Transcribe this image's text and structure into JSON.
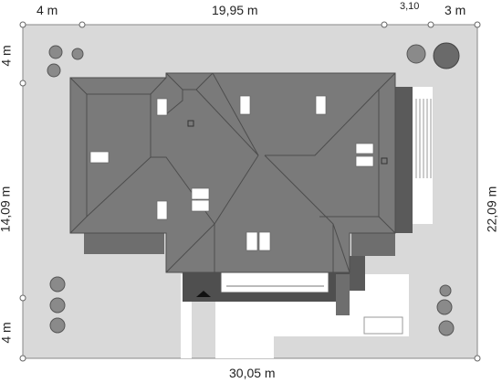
{
  "dimensions": {
    "top_left": "4 m",
    "top_middle": "19,95 m",
    "top_small": "3,10",
    "top_right": "3 m",
    "left_top": "4 m",
    "left_middle": "14,09 m",
    "left_bottom": "4 m",
    "right": "22,09 m",
    "bottom": "30,05 m"
  },
  "colors": {
    "plot": "#d9d9d9",
    "roof": "#7a7a7a",
    "roof_edge": "#5a5a5a",
    "shadow_dark": "#4f4f4f",
    "shadow_light": "#6e6e6e",
    "paving": "#ffffff",
    "skylight": "#ffffff"
  }
}
